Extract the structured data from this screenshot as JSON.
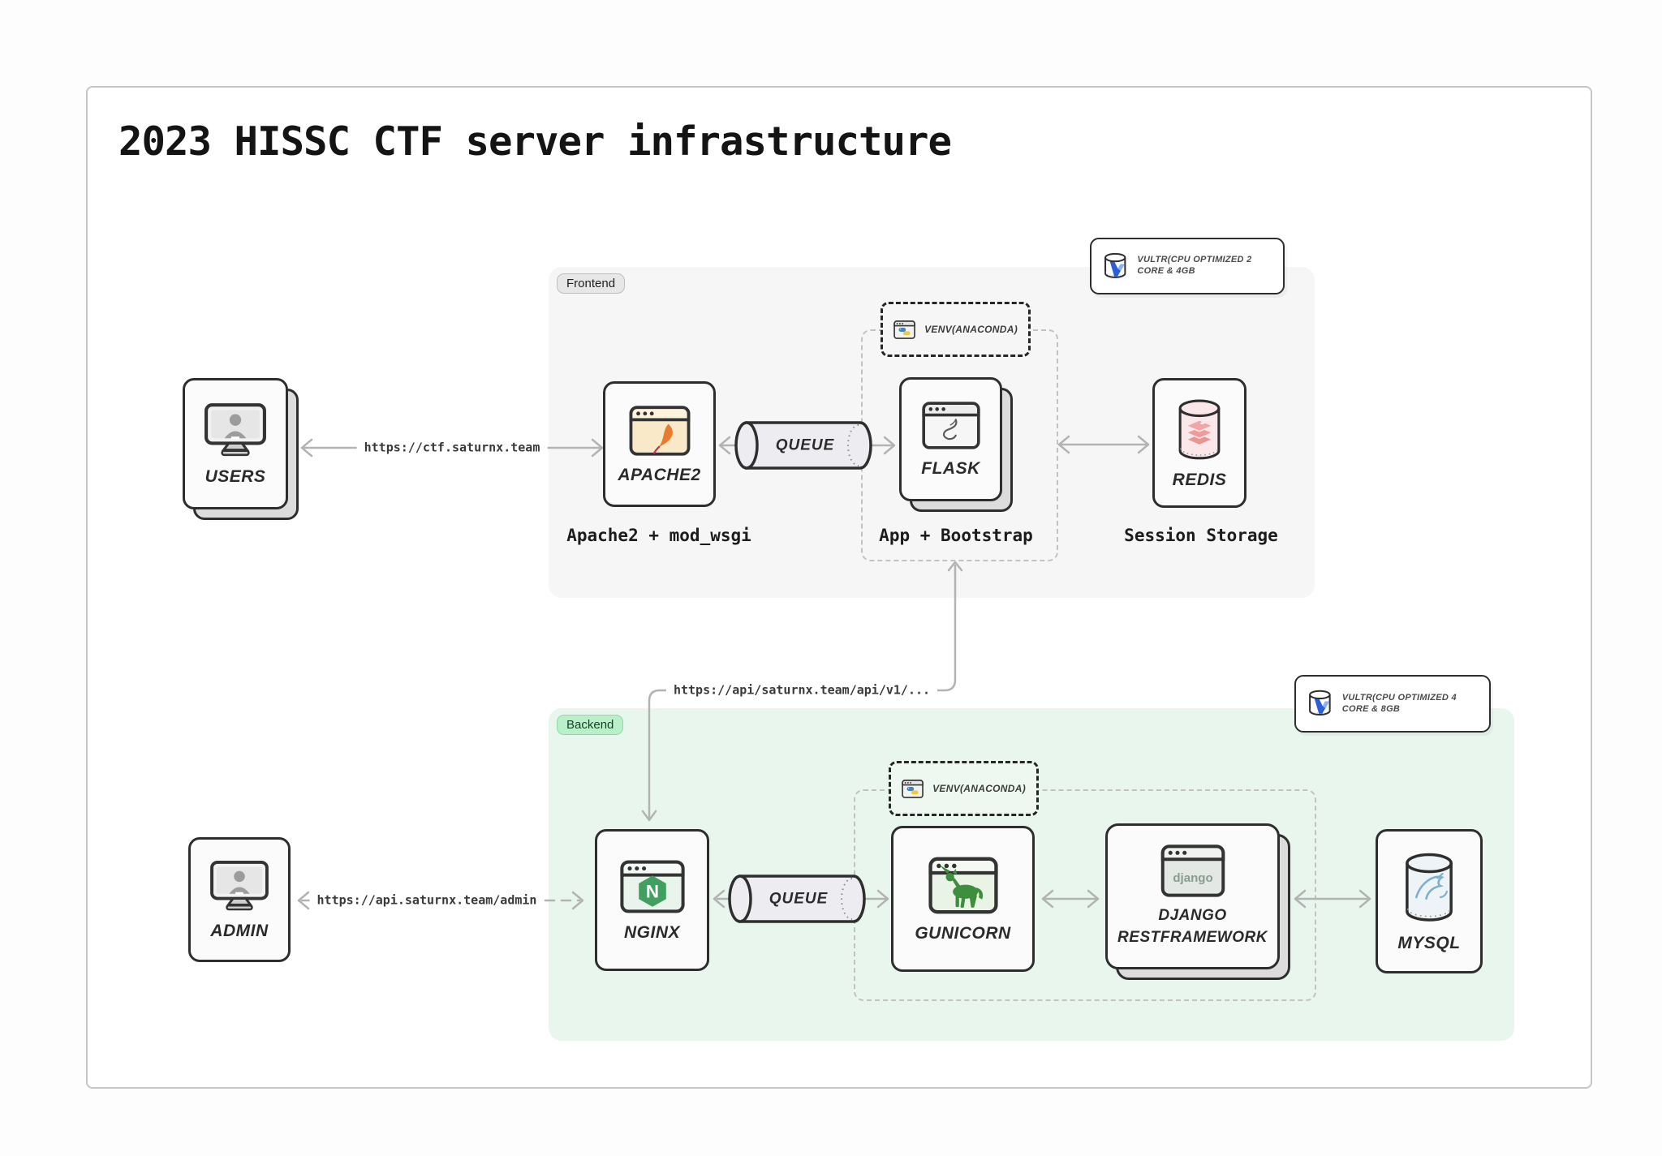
{
  "title": "2023 HISSC CTF server infrastructure",
  "actors": {
    "users": {
      "label": "USERS",
      "url": "https://ctf.saturnx.team"
    },
    "admin": {
      "label": "ADMIN",
      "url": "https://api.saturnx.team/admin"
    }
  },
  "connections": {
    "api_url": "https://api/saturnx.team/api/v1/..."
  },
  "frontend": {
    "label": "Frontend",
    "vultr": "VULTR(CPU OPTIMIZED 2 CORE & 4GB",
    "venv": "VENV(ANACONDA)",
    "queue": "QUEUE",
    "apache": {
      "label": "APACHE2",
      "sublabel": "Apache2 + mod_wsgi"
    },
    "flask": {
      "label": "FLASK",
      "sublabel": "App + Bootstrap"
    },
    "redis": {
      "label": "REDIS",
      "sublabel": "Session Storage"
    }
  },
  "backend": {
    "label": "Backend",
    "vultr": "VULTR(CPU OPTIMIZED 4 CORE & 8GB",
    "venv": "VENV(ANACONDA)",
    "queue": "QUEUE",
    "nginx": {
      "label": "NGINX",
      "icon_letter": "N"
    },
    "gunicorn": {
      "label": "GUNICORN"
    },
    "django": {
      "label": "DJANGO",
      "label2": "RESTFRAMEWORK",
      "icon_text": "django"
    },
    "mysql": {
      "label": "MYSQL"
    }
  },
  "colors": {
    "frontend_bg": "#f6f6f7",
    "backend_bg": "#e9f6ee",
    "frontend_pill": "#e7e7e7",
    "backend_pill": "#b9f0c9",
    "node_border": "#2e2e2e",
    "arrow_gray": "#b3b3b3",
    "vultr_blue": "#2c5fd6",
    "apache_orange": "#e87b2e",
    "nginx_green": "#41a05f",
    "gunicorn_green": "#3e8e3e",
    "python_blue": "#4584b6",
    "python_yellow": "#f0c93f",
    "redis_pink": "#efa0a0",
    "mysql_blue": "#7fb0cb"
  }
}
